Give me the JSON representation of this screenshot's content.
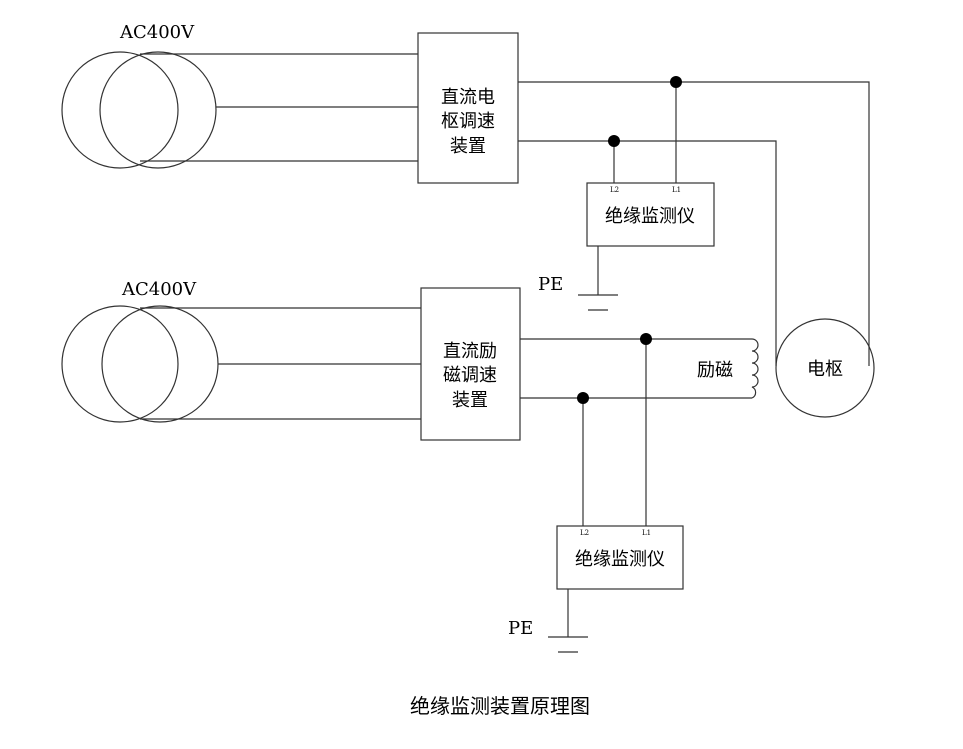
{
  "caption": "绝缘监测装置原理图",
  "top_section": {
    "source_label": "AC400V",
    "converter_lines": [
      "直流电",
      "枢调速",
      "装置"
    ],
    "monitor_label": "绝缘监测仪",
    "terminal_l2": "L2",
    "terminal_l1": "L1",
    "ground_label": "PE"
  },
  "bottom_section": {
    "source_label": "AC400V",
    "converter_lines": [
      "直流励",
      "磁调速",
      "装置"
    ],
    "monitor_label": "绝缘监测仪",
    "terminal_l2": "L2",
    "terminal_l1": "L1",
    "ground_label": "PE"
  },
  "load_armature_label": "电枢",
  "load_field_label": "励磁"
}
